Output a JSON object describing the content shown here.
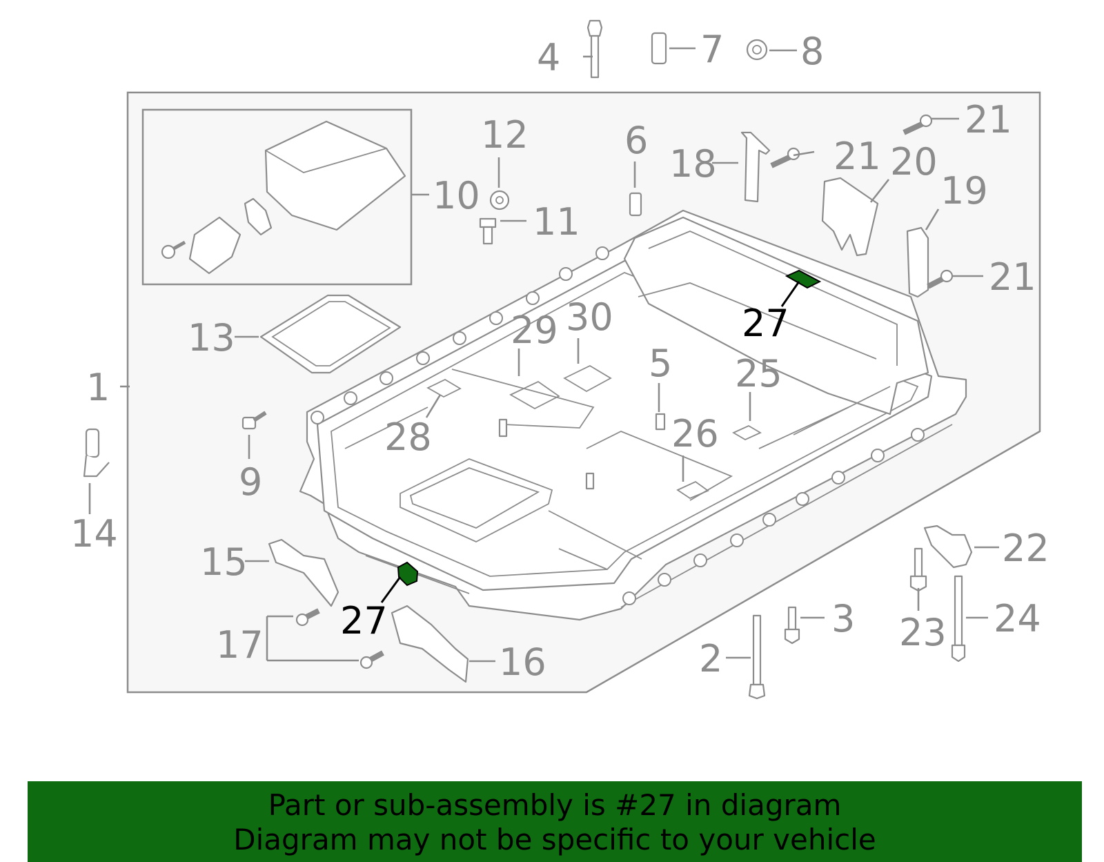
{
  "callouts": {
    "c1": "1",
    "c2": "2",
    "c3": "3",
    "c4": "4",
    "c5": "5",
    "c6": "6",
    "c7": "7",
    "c8": "8",
    "c9": "9",
    "c10": "10",
    "c11": "11",
    "c12": "12",
    "c13": "13",
    "c14": "14",
    "c15": "15",
    "c16": "16",
    "c17": "17",
    "c18": "18",
    "c19": "19",
    "c20": "20",
    "c21a": "21",
    "c21b": "21",
    "c21c": "21",
    "c22": "22",
    "c23": "23",
    "c24": "24",
    "c25": "25",
    "c26": "26",
    "c27a": "27",
    "c27b": "27",
    "c28": "28",
    "c29": "29",
    "c30": "30"
  },
  "highlight_color": "#0f6b0f",
  "banner": {
    "line1": "Part or sub-assembly is #27 in diagram",
    "line2": "Diagram may not be specific to your vehicle"
  }
}
